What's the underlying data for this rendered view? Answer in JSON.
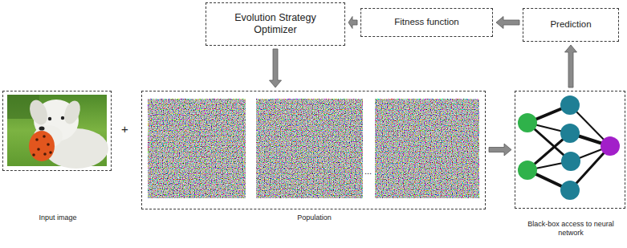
{
  "diagram": {
    "nodes": [
      {
        "text": [
          "Evolution Strategy Optimizer"
        ]
      },
      {
        "text": [
          "Fitness function"
        ]
      },
      {
        "text": [
          "Prediction"
        ]
      },
      {
        "text": [
          "Input image"
        ]
      },
      {
        "text": [
          "Population"
        ]
      },
      {
        "text": [
          "Black-box access to neural network"
        ]
      }
    ],
    "edges": [
      {
        "from": 2,
        "to": 1,
        "arrow": "to"
      },
      {
        "from": 1,
        "to": 0,
        "arrow": "to"
      },
      {
        "from": 0,
        "to": 4,
        "arrow": "to"
      },
      {
        "from": 4,
        "to": 5,
        "arrow": "to"
      },
      {
        "from": 5,
        "to": 2,
        "arrow": "to"
      }
    ],
    "labels": [
      "+",
      "..."
    ]
  }
}
